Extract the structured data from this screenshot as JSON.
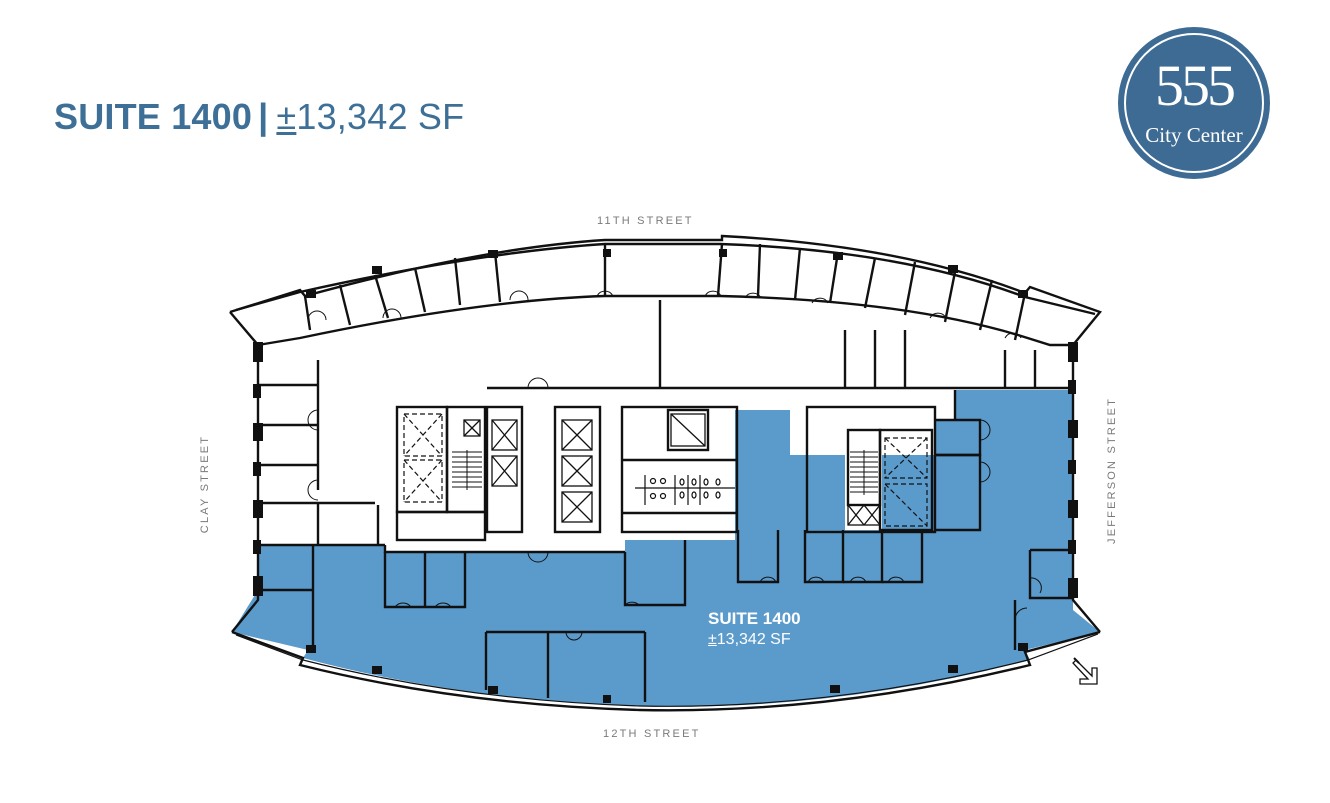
{
  "header": {
    "suite_title": "SUITE 1400",
    "separator": "|",
    "area_prefix": "±",
    "area_value": "13,342 SF"
  },
  "logo": {
    "number": "555",
    "name": "City Center",
    "color": "#3d6b93"
  },
  "streets": {
    "top": "11TH STREET",
    "bottom": "12TH STREET",
    "left": "CLAY STREET",
    "right": "JEFFERSON STREET"
  },
  "floor_plan": {
    "highlight_color": "#5b9bcc",
    "suite_label": {
      "name": "SUITE 1400",
      "area_prefix": "±",
      "area_value": "13,342 SF"
    },
    "icons": [
      "elevator-icon",
      "stair-icon",
      "restroom-icon",
      "north-arrow-icon"
    ]
  }
}
